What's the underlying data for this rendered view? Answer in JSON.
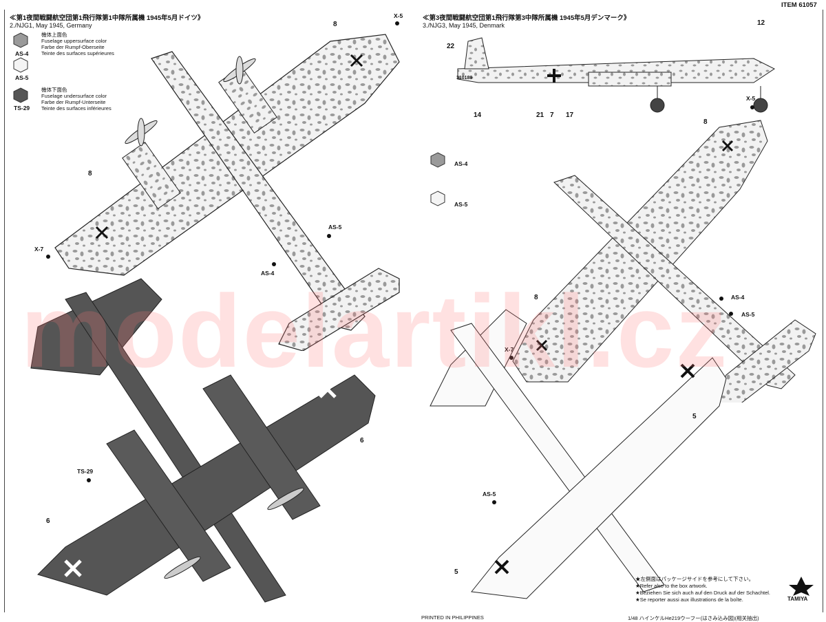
{
  "header": {
    "item": "ITEM 61057",
    "left_title": "≪第1夜間戦闘航空団第1飛行隊第1中隊所属機 1945年5月ドイツ》",
    "left_subtitle": "2./NJG1, May 1945, Germany",
    "right_title": "≪第3夜間戦闘航空団第1飛行隊第3中隊所属機 1945年5月デンマーク》",
    "right_subtitle": "3./NJG3, May 1945, Denmark"
  },
  "legend_left": {
    "upper_heading": "機体上面色",
    "upper_en": "Fuselage uppersurface color",
    "upper_de": "Farbe der Rumpf-Oberseite",
    "upper_fr": "Teinte des surfaces supérieures",
    "lower_heading": "機体下面色",
    "lower_en": "Fuselage undersurface color",
    "lower_de": "Farbe der Rumpf-Unterseite",
    "lower_fr": "Teinte des surfaces inférieures",
    "as4": "AS-4",
    "as5": "AS-5",
    "ts29": "TS-29"
  },
  "legend_right": {
    "as4": "AS-4",
    "as5": "AS-5"
  },
  "callouts_left": {
    "x5": "X-5",
    "n8a": "8",
    "n8b": "8",
    "x7": "X-7",
    "as5": "AS-5",
    "as4": "AS-4",
    "n6a": "6",
    "n6b": "6",
    "ts29": "TS-29"
  },
  "callouts_right": {
    "n22": "22",
    "n12": "12",
    "n14": "14",
    "n21": "21",
    "n7": "7",
    "n17": "17",
    "x5": "X-5",
    "n8a": "8",
    "n8b": "8",
    "x7": "X-7",
    "as4": "AS-4",
    "as5": "AS-5",
    "n5a": "5",
    "n5b": "5",
    "as5b": "AS-5",
    "serial": "310189"
  },
  "notes": {
    "jp": "★左側面はパッケージサイドを参考にして下さい。",
    "en": "★Refer also to the box artwork.",
    "de": "★Beziehen Sie sich auch auf den Druck auf der Schachtel.",
    "fr": "★Se reporter aussi aux illustrations de la boîte."
  },
  "brand": "TAMIYA",
  "footer": {
    "printed": "PRINTED IN PHILIPPINES",
    "caption": "1/48 ハインケルHe219ウーフー(はさみ込み図)(相关抽出)"
  },
  "watermark": "modelartikl.cz",
  "colors": {
    "as4": "#9a9a9a",
    "as5": "#f4f4f4",
    "ts29": "#555555",
    "watermark": "#ff7878"
  }
}
